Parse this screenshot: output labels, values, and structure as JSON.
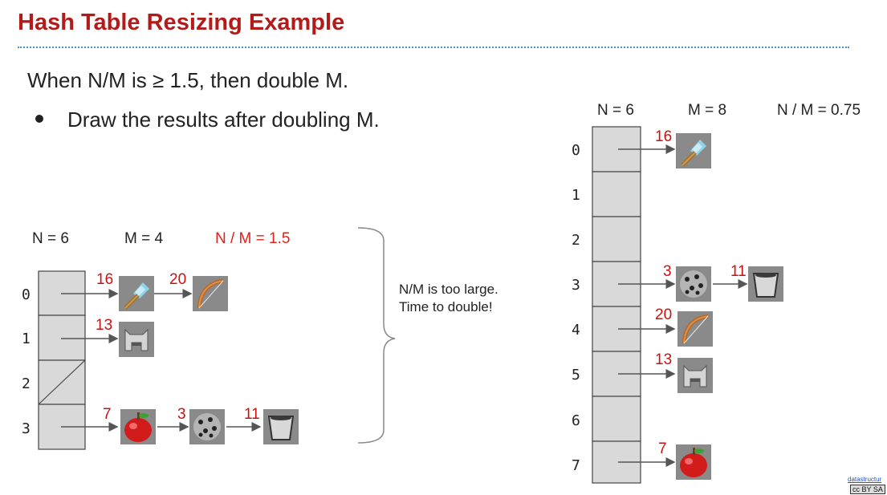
{
  "title": "Hash Table Resizing Example",
  "intro": "When N/M is ≥ 1.5, then double M.",
  "bullet": "Draw the results after doubling M.",
  "small_table": {
    "n_label": "N = 6",
    "m_label": "M = 4",
    "ratio_label": "N / M = 1.5",
    "indices": [
      "0",
      "1",
      "2",
      "3"
    ],
    "buckets": [
      {
        "items": [
          {
            "key": "16",
            "icon": "axe-icon"
          },
          {
            "key": "20",
            "icon": "bow-icon"
          }
        ]
      },
      {
        "items": [
          {
            "key": "13",
            "icon": "helmet-icon"
          }
        ]
      },
      {
        "items": []
      },
      {
        "items": [
          {
            "key": "7",
            "icon": "apple-icon"
          },
          {
            "key": "3",
            "icon": "ore-icon"
          },
          {
            "key": "11",
            "icon": "bucket-icon"
          }
        ]
      }
    ]
  },
  "note": {
    "line1": "N/M is too large.",
    "line2": "Time to double!"
  },
  "large_table": {
    "n_label": "N = 6",
    "m_label": "M = 8",
    "ratio_label": "N / M = 0.75",
    "indices": [
      "0",
      "1",
      "2",
      "3",
      "4",
      "5",
      "6",
      "7"
    ],
    "buckets": [
      {
        "items": [
          {
            "key": "16",
            "icon": "axe-icon"
          }
        ]
      },
      {
        "items": []
      },
      {
        "items": []
      },
      {
        "items": [
          {
            "key": "3",
            "icon": "ore-icon"
          },
          {
            "key": "11",
            "icon": "bucket-icon"
          }
        ]
      },
      {
        "items": [
          {
            "key": "20",
            "icon": "bow-icon"
          }
        ]
      },
      {
        "items": [
          {
            "key": "13",
            "icon": "helmet-icon"
          }
        ]
      },
      {
        "items": []
      },
      {
        "items": [
          {
            "key": "7",
            "icon": "apple-icon"
          }
        ]
      }
    ]
  },
  "footer": {
    "link": "datastructur",
    "license": "cc BY SA"
  },
  "colors": {
    "title": "#b31b1b",
    "key_number": "#cc1010",
    "ratio_highlight": "#e0201b",
    "bucket_fill": "#d9d9d9"
  }
}
